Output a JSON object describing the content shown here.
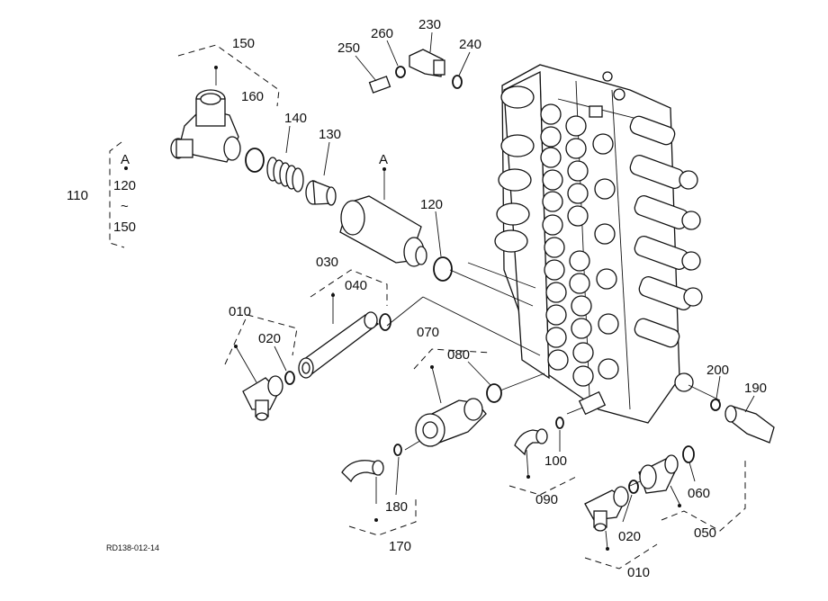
{
  "callouts": {
    "c150": "150",
    "c160": "160",
    "c140": "140",
    "c130": "130",
    "cA_top": "A",
    "c120": "120",
    "c110": "110",
    "group_A": "A",
    "group_120": "120",
    "group_tilde": "~",
    "group_150": "150",
    "c250": "250",
    "c260": "260",
    "c230": "230",
    "c240": "240",
    "c030": "030",
    "c040": "040",
    "c010a": "010",
    "c020a": "020",
    "c070": "070",
    "c080": "080",
    "c180": "180",
    "c170": "170",
    "c100": "100",
    "c090": "090",
    "c060": "060",
    "c050": "050",
    "c020b": "020",
    "c010b": "010",
    "c200": "200",
    "c190": "190"
  },
  "drawing_code": "RD138-012-14"
}
